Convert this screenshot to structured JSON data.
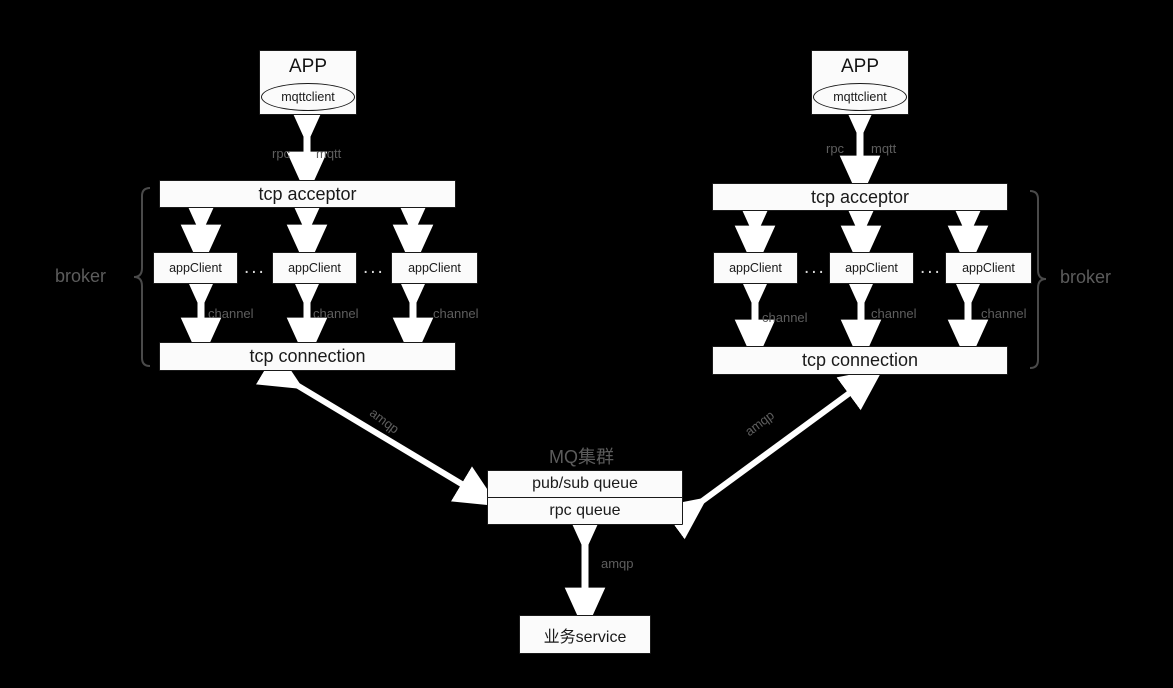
{
  "diagram": {
    "title_hidden": "",
    "colors": {
      "background": "#000000",
      "box_fill": "#fbfbfb",
      "box_border": "#1a1a1a",
      "arrow": "#ffffff",
      "label_gray": "#5e5e5e",
      "brace_gray": "#4a4a4a"
    }
  },
  "left_cluster": {
    "app": {
      "title": "APP",
      "client": "mqttclient"
    },
    "protocol_labels": {
      "left": "rpc",
      "right": "mqtt"
    },
    "acceptor": "tcp acceptor",
    "app_clients": [
      "appClient",
      "appClient",
      "appClient"
    ],
    "ellipsis": [
      "...",
      "..."
    ],
    "channel_labels": [
      "channel",
      "channel",
      "channel"
    ],
    "connection": "tcp connection",
    "brace_label": "broker",
    "amqp_label": "amqp"
  },
  "right_cluster": {
    "app": {
      "title": "APP",
      "client": "mqttclient"
    },
    "protocol_labels": {
      "left": "rpc",
      "right": "mqtt"
    },
    "acceptor": "tcp acceptor",
    "app_clients": [
      "appClient",
      "appClient",
      "appClient"
    ],
    "ellipsis": [
      "...",
      "..."
    ],
    "channel_labels": [
      "channel",
      "channel",
      "channel"
    ],
    "connection": "tcp connection",
    "brace_label": "broker",
    "amqp_label": "amqp"
  },
  "mq": {
    "cluster_label": "MQ集群",
    "queues": [
      "pub/sub queue",
      "rpc queue"
    ],
    "amqp_label": "amqp"
  },
  "service": {
    "label": "业务service"
  }
}
